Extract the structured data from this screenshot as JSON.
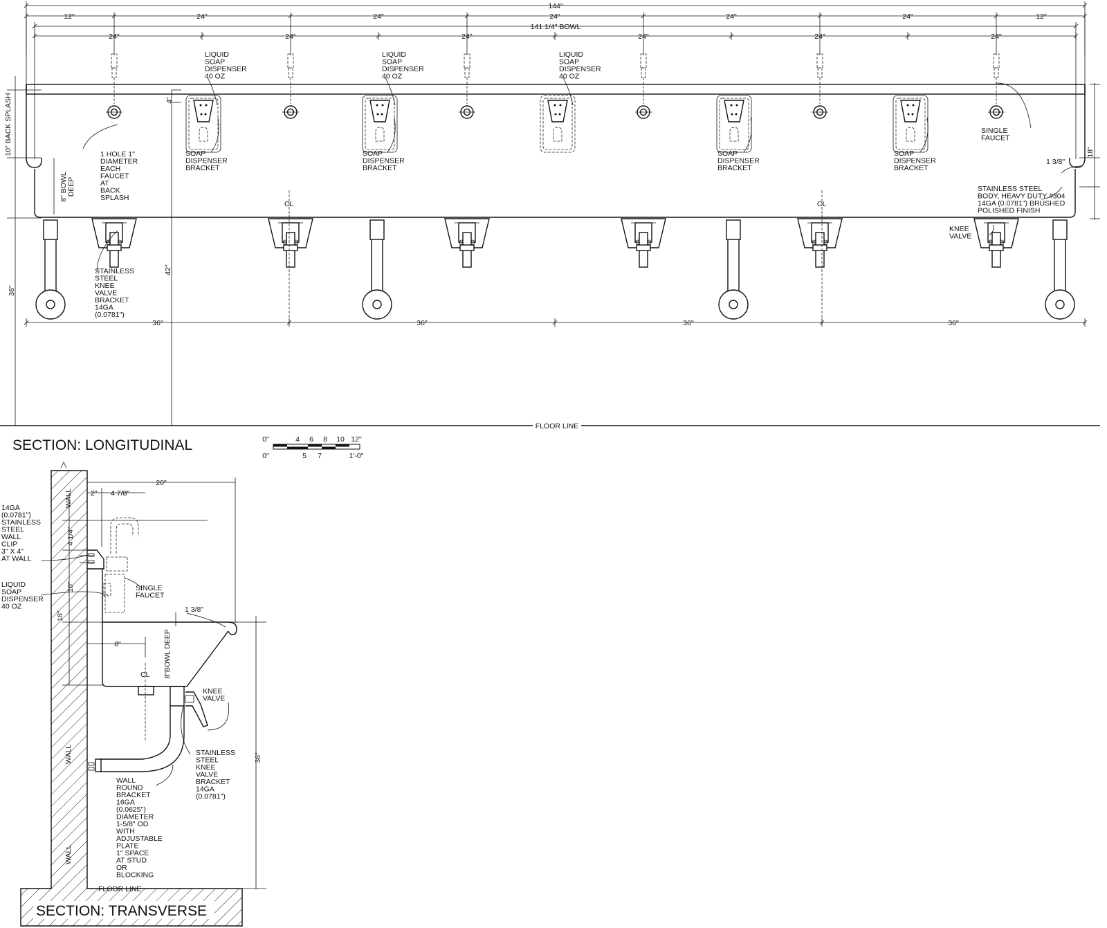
{
  "longitudinal": {
    "title": "SECTION: LONGITUDINAL",
    "dims": {
      "overall": "144\"",
      "end_left": "12\"",
      "end_right": "12\"",
      "spacing": "24\"",
      "bowl": "141 1/4\" BOWL",
      "backsplash": "10\" BACK SPLASH",
      "four": "4\"",
      "height_42": "42\"",
      "height_36": "36\"",
      "height_18": "18\"",
      "lip": "1 3/8\"",
      "bowl_deep": "8\" BOWL DEEP",
      "leg_spacing": "36\""
    },
    "notes": {
      "soap_dispenser": [
        "LIQUID",
        "SOAP",
        "DISPENSER",
        "40 OZ"
      ],
      "soap_bracket": [
        "SOAP",
        "DISPENSER",
        "BRACKET"
      ],
      "faucet_hole": [
        "1 HOLE 1\"",
        "DIAMETER",
        "EACH",
        "FAUCET",
        "AT",
        "BACK",
        "SPLASH"
      ],
      "knee_bracket": [
        "STAINLESS",
        "STEEL",
        "KNEE",
        "VALVE",
        "BRACKET",
        "14GA",
        "(0.0781\")"
      ],
      "single_faucet": [
        "SINGLE",
        "FAUCET"
      ],
      "body": [
        "STAINLESS STEEL",
        "BODY, HEAVY DUTY #304",
        "14GA (0.0781\") BRUSHED",
        "POLISHED FINISH"
      ],
      "knee_valve": [
        "KNEE",
        "VALVE"
      ],
      "centerline": "CL",
      "floor_line": "FLOOR LINE"
    }
  },
  "scale_bar": {
    "top": [
      "0\"",
      "4",
      "6",
      "8",
      "10",
      "12\""
    ],
    "bottom": [
      "0\"",
      "5",
      "7",
      "1'-0\""
    ]
  },
  "transverse": {
    "title": "SECTION: TRANSVERSE",
    "dims": {
      "depth": "20\"",
      "offset": "2\"",
      "faucet_offset": "4 7/8\"",
      "faucet_height": "4 1/4\"",
      "backsplash": "10\"",
      "height_18": "18\"",
      "lip": "1 3/8\"",
      "bowl_offset": "8\"",
      "bowl_deep": "8\"BOWL DEEP",
      "height_36": "36\""
    },
    "notes": {
      "wall": "WALL",
      "wall_clip": [
        "14GA",
        "(0.0781\")",
        "STAINLESS",
        "STEEL",
        "WALL",
        "CLIP",
        "3\" X 4\"",
        "AT WALL"
      ],
      "soap_dispenser": [
        "LIQUID",
        "SOAP",
        "DISPENSER",
        "40 OZ"
      ],
      "single_faucet": [
        "SINGLE",
        "FAUCET"
      ],
      "knee_valve": [
        "KNEE",
        "VALVE"
      ],
      "knee_bracket": [
        "STAINLESS",
        "STEEL",
        "KNEE",
        "VALVE",
        "BRACKET",
        "14GA",
        "(0.0781\")"
      ],
      "wall_bracket": [
        "WALL",
        "ROUND",
        "BRACKET",
        "16GA",
        "(0.0625\")",
        "DIAMETER",
        "1-5/8\" OD",
        "WITH",
        "ADJUSTABLE",
        "PLATE",
        "1\" SPACE",
        "AT STUD",
        "OR",
        "BLOCKING"
      ],
      "floor_line": "FLOOR LINE",
      "centerline": "CL"
    }
  }
}
